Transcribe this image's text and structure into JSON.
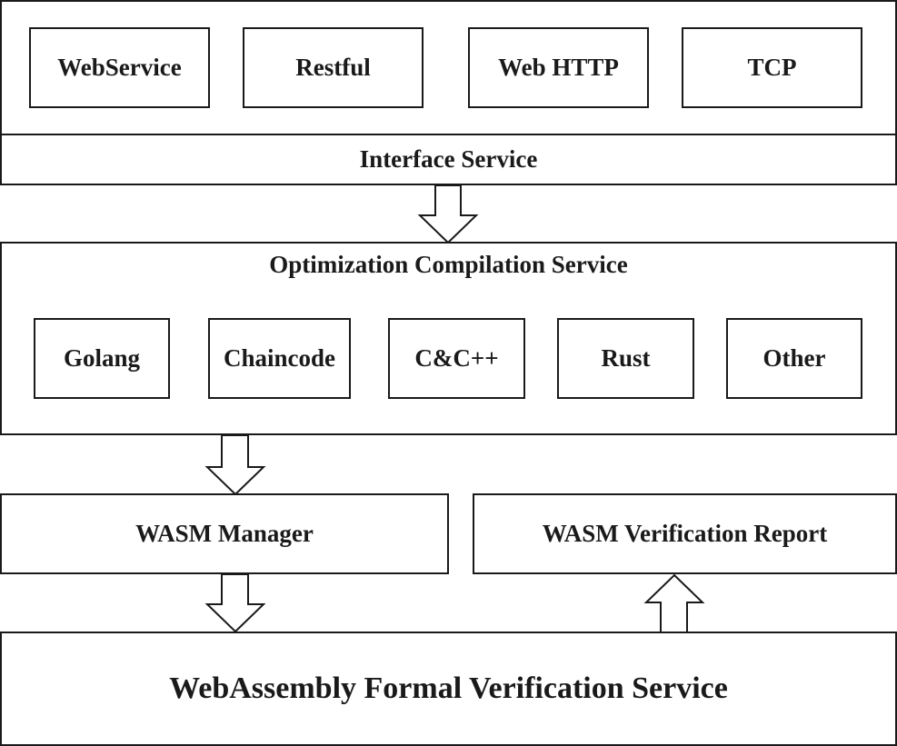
{
  "interface_section": {
    "protocols": [
      "WebService",
      "Restful",
      "Web HTTP",
      "TCP"
    ],
    "title": "Interface Service"
  },
  "compilation_section": {
    "title": "Optimization Compilation Service",
    "languages": [
      "Golang",
      "Chaincode",
      "C&C++",
      "Rust",
      "Other"
    ]
  },
  "wasm_manager": {
    "label": "WASM Manager"
  },
  "verification_report": {
    "label": "WASM Verification Report"
  },
  "formal_verification": {
    "label": "WebAssembly Formal Verification Service"
  }
}
